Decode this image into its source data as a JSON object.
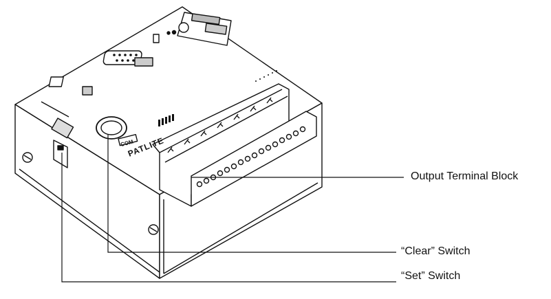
{
  "labels": {
    "output_terminal_block": "Output Terminal Block",
    "clear_switch": "“Clear” Switch",
    "set_switch": "“Set” Switch"
  },
  "device": {
    "brand_text": "PATLITE",
    "com_button_text": "COM"
  },
  "colors": {
    "line": "#111111",
    "background": "#ffffff"
  }
}
